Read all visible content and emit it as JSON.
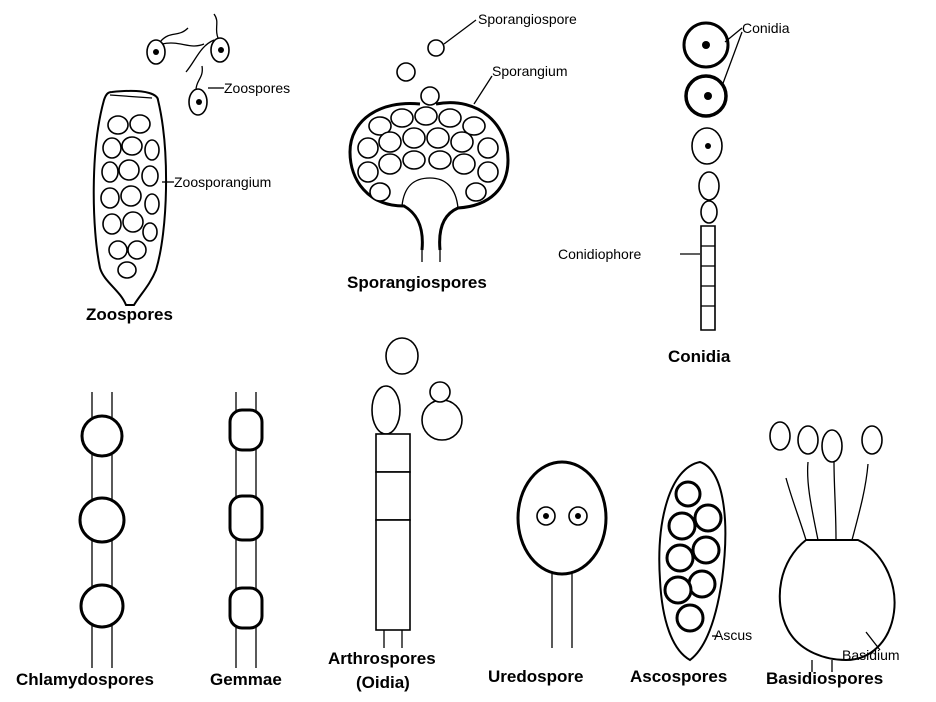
{
  "labels": {
    "zoospores_pointer": "Zoospores",
    "zoosporangium": "Zoosporangium",
    "sporangiospore": "Sporangiospore",
    "sporangium": "Sporangium",
    "conidia_pointer": "Conidia",
    "conidiophore": "Conidiophore",
    "ascus": "Ascus",
    "basidium": "Basidium"
  },
  "captions": {
    "zoospores": "Zoospores",
    "sporangiospores": "Sporangiospores",
    "conidia": "Conidia",
    "chlamydospores": "Chlamydospores",
    "gemmae": "Gemmae",
    "arthrospores": "Arthrospores",
    "oidia": "(Oidia)",
    "uredospore": "Uredospore",
    "ascospores": "Ascospores",
    "basidiospores": "Basidiospores"
  }
}
